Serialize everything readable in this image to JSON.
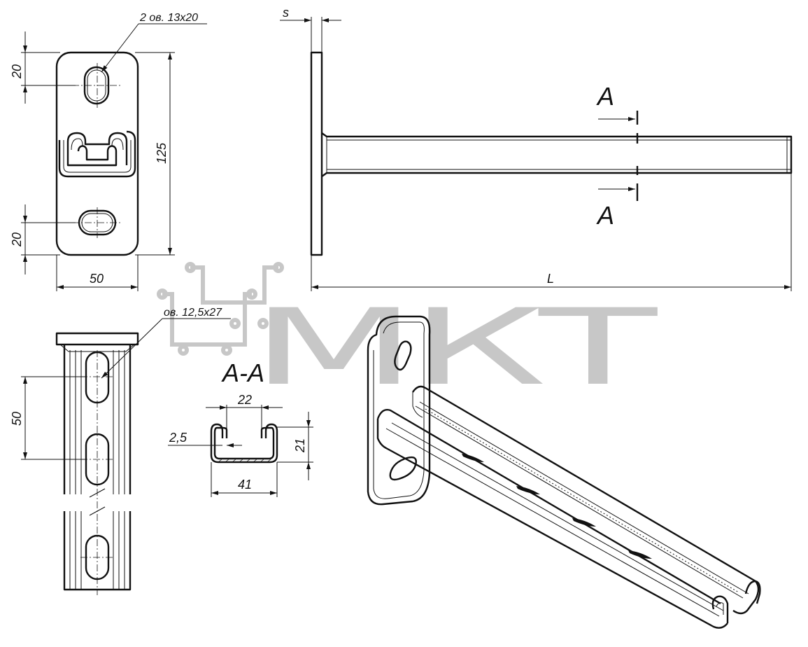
{
  "labels": {
    "slots_note": "2 ов. 13x20",
    "dim_20_top": "20",
    "dim_20_bottom": "20",
    "dim_125": "125",
    "dim_50_plate": "50",
    "dim_s": "s",
    "section_mark_top": "A",
    "section_mark_bottom": "A",
    "dim_L": "L",
    "slot_note": "ов. 12,5x27",
    "dim_50_pitch": "50",
    "section_title": "А-А",
    "dim_22": "22",
    "dim_2_5": "2,5",
    "dim_21": "21",
    "dim_41": "41"
  },
  "watermark": {
    "text": "МКТ",
    "color": "#9b9b9b"
  }
}
